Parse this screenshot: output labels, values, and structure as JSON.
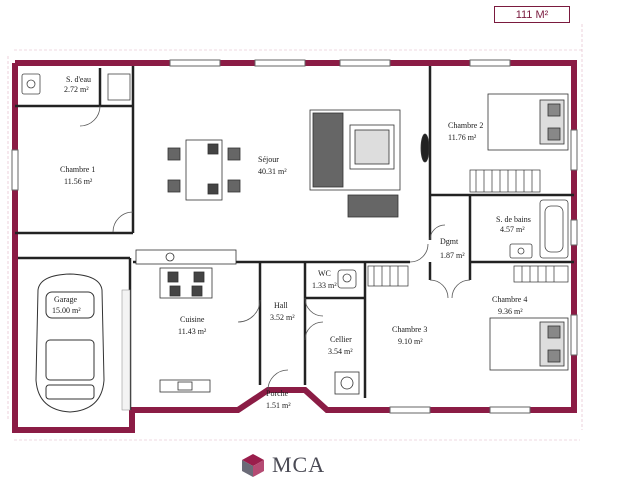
{
  "total_area": "111 M²",
  "brand": "MCA",
  "colors": {
    "wall": "#8b1c45",
    "inner_wall": "#222222",
    "frame": "#b0355f",
    "badge": "#7a1a3e"
  },
  "rooms": {
    "sdeau": {
      "name": "S. d'eau",
      "area": "2.72 m²"
    },
    "chambre1": {
      "name": "Chambre 1",
      "area": "11.56 m²"
    },
    "sejour": {
      "name": "Séjour",
      "area": "40.31 m²"
    },
    "chambre2": {
      "name": "Chambre 2",
      "area": "11.76 m²"
    },
    "sdebains": {
      "name": "S. de bains",
      "area": "4.57 m²"
    },
    "dgmt": {
      "name": "Dgmt",
      "area": "1.87 m²"
    },
    "garage": {
      "name": "Garage",
      "area": "15.00 m²"
    },
    "cuisine": {
      "name": "Cuisine",
      "area": "11.43 m²"
    },
    "wc": {
      "name": "WC",
      "area": "1.33 m²"
    },
    "hall": {
      "name": "Hall",
      "area": "3.52 m²"
    },
    "cellier": {
      "name": "Cellier",
      "area": "3.54 m²"
    },
    "chambre3": {
      "name": "Chambre 3",
      "area": "9.10 m²"
    },
    "chambre4": {
      "name": "Chambre 4",
      "area": "9.36 m²"
    },
    "porche": {
      "name": "Porche",
      "area": "1.51 m²"
    }
  },
  "icons": {
    "logo": "mca-cube-logo-icon"
  }
}
